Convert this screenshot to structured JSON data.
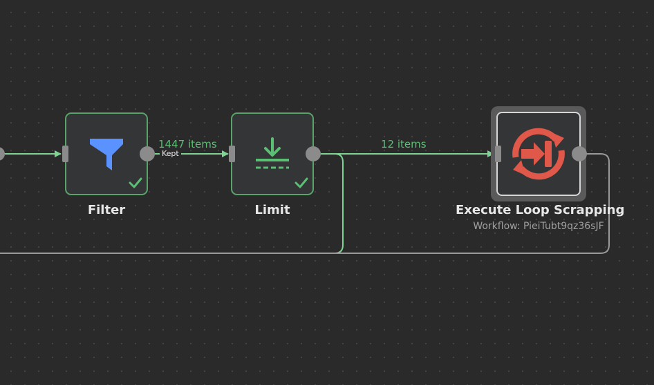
{
  "nodes": {
    "filter": {
      "title": "Filter",
      "icon": "funnel-icon",
      "status": "success",
      "color": "#5a92ff"
    },
    "limit": {
      "title": "Limit",
      "icon": "limit-download-icon",
      "status": "success",
      "color": "#5bbf74"
    },
    "execute": {
      "title": "Execute Loop Scrapping",
      "subtitle": "Workflow: PieiTubt9qz36sJF",
      "icon": "execute-workflow-icon",
      "color": "#e0584a"
    }
  },
  "connections": {
    "filter_to_limit": {
      "items_label": "1447 items",
      "branch_label": "Kept"
    },
    "limit_to_execute": {
      "items_label": "12 items"
    }
  },
  "colors": {
    "success": "#5aa36b",
    "connection": "#7fd494",
    "idle_connection": "#9a9a9a",
    "canvas": "#2a2a2a"
  }
}
